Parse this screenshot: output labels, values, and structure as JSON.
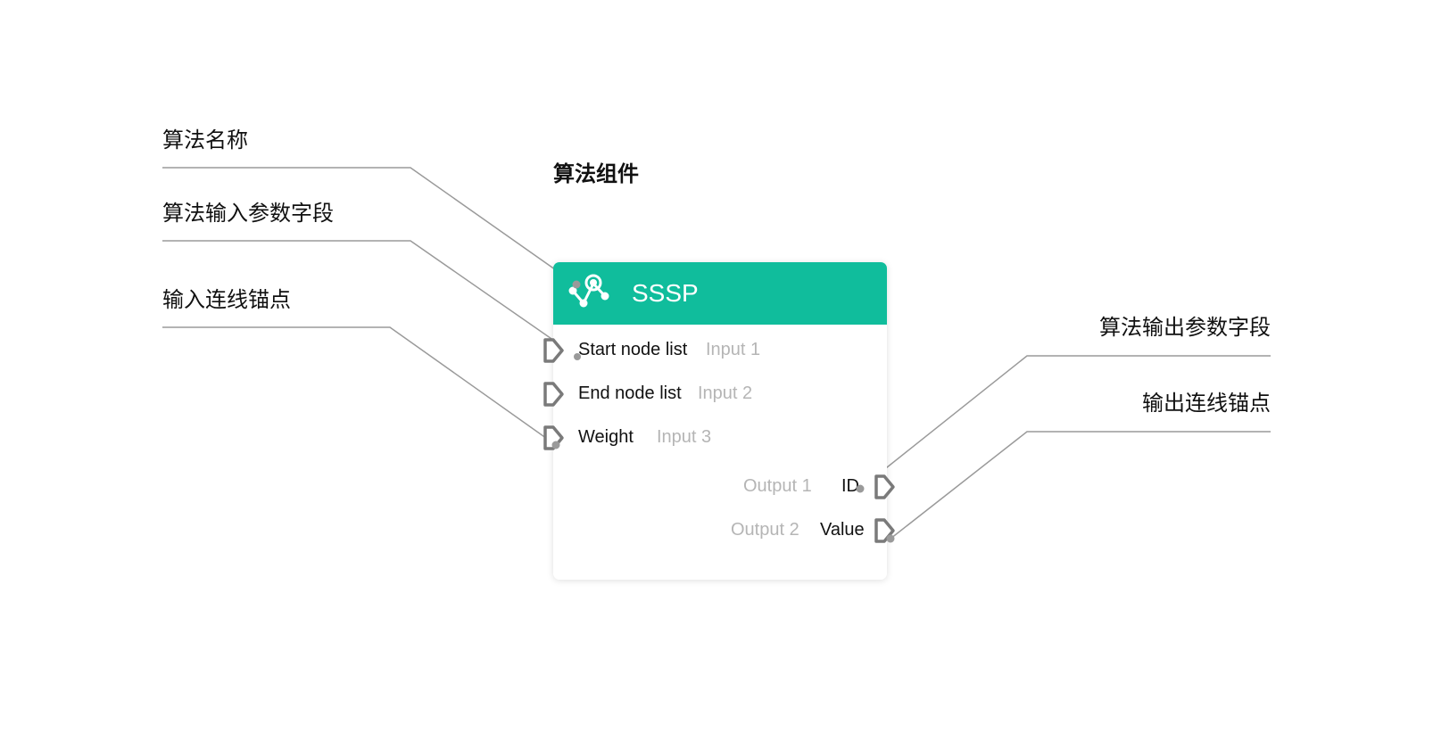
{
  "heading": "算法组件",
  "callouts": {
    "algo_name": "算法名称",
    "input_field": "算法输入参数字段",
    "input_anchor": "输入连线锚点",
    "output_field": "算法输出参数字段",
    "output_anchor": "输出连线锚点"
  },
  "component": {
    "name": "SSSP",
    "header_color": "#10bd9c",
    "icon": "graph-path-icon",
    "inputs": [
      {
        "label": "Start node list",
        "hint": "Input 1"
      },
      {
        "label": "End node list",
        "hint": "Input 2"
      },
      {
        "label": "Weight",
        "hint": "Input 3"
      }
    ],
    "outputs": [
      {
        "label": "ID",
        "hint": "Output 1"
      },
      {
        "label": "Value",
        "hint": "Output 2"
      }
    ]
  }
}
